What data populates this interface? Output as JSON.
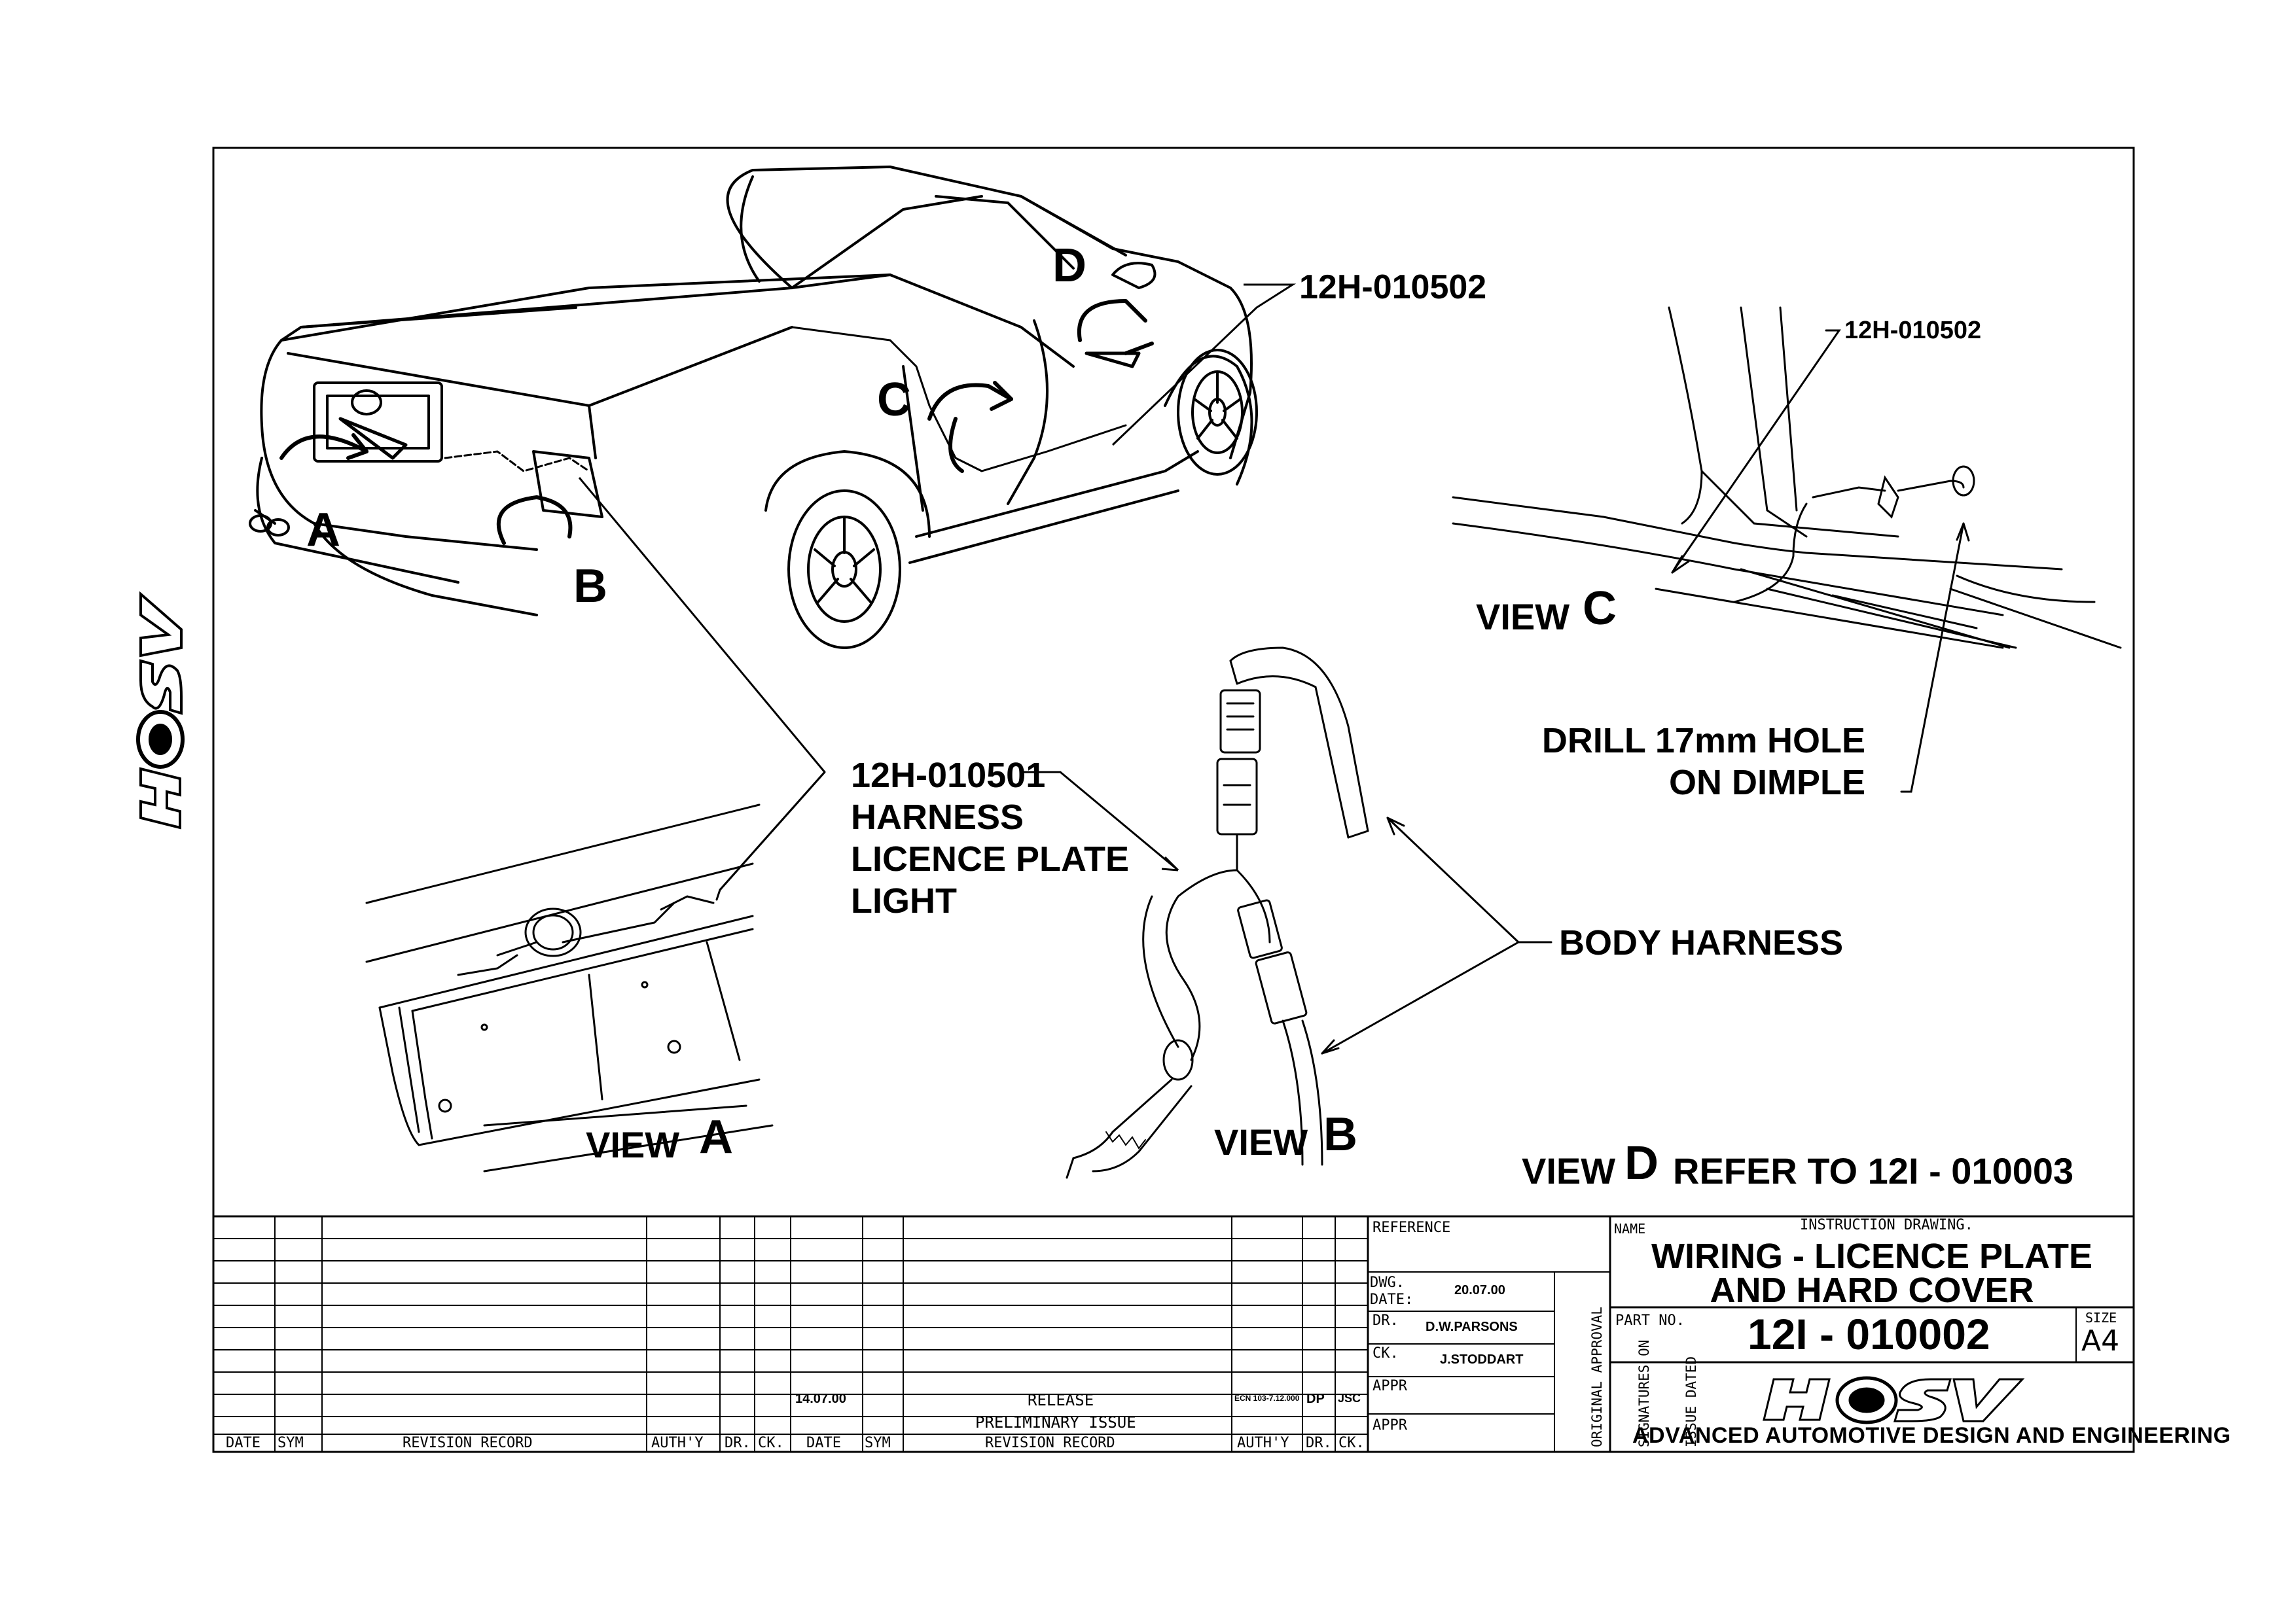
{
  "callouts": {
    "part_12h_010502_main": "12H-010502",
    "part_12h_010502_viewc": "12H-010502",
    "marker_a": "A",
    "marker_b": "B",
    "marker_c": "C",
    "marker_d": "D",
    "harness_lines": [
      "12H-010501",
      "HARNESS",
      "LICENCE PLATE",
      "LIGHT"
    ],
    "body_harness": "BODY HARNESS",
    "drill_lines": [
      "DRILL 17mm HOLE",
      "ON DIMPLE"
    ]
  },
  "views": {
    "view_a_word": "VIEW",
    "view_a_letter": "A",
    "view_b_word": "VIEW",
    "view_b_letter": "B",
    "view_c_word": "VIEW",
    "view_c_letter": "C",
    "view_d_word": "VIEW",
    "view_d_letter": "D",
    "view_d_refer": "REFER TO 12I - 010003"
  },
  "logo": {
    "text": "HSV"
  },
  "title_block": {
    "revision_row": {
      "date": "14.07.00",
      "record": "RELEASE",
      "auth": "ECN 103-7.12.000",
      "dr": "DP",
      "ck": "JSC"
    },
    "preliminary_issue": "PRELIMINARY ISSUE",
    "headers_left": {
      "date": "DATE",
      "sym": "SYM",
      "record": "REVISION RECORD",
      "auth": "AUTH'Y",
      "dr": "DR.",
      "ck": "CK."
    },
    "headers_right": {
      "date": "DATE",
      "sym": "SYM",
      "record": "REVISION RECORD",
      "auth": "AUTH'Y",
      "dr": "DR.",
      "ck": "CK."
    },
    "reference_label": "REFERENCE",
    "dwg_date_label_1": "DWG.",
    "dwg_date_label_2": "DATE:",
    "dwg_date_value": "20.07.00",
    "dr_label": "DR.",
    "dr_value": "D.W.PARSONS",
    "ck_label": "CK.",
    "ck_value": "J.STODDART",
    "appr_label_1": "APPR",
    "appr_label_2": "APPR",
    "approval_vertical": [
      "ORIGINAL APPROVAL",
      "SIGNATURES ON",
      "ISSUE DATED"
    ],
    "name_label": "NAME",
    "instruction_drawing": "INSTRUCTION DRAWING.",
    "title_line_1": "WIRING - LICENCE PLATE",
    "title_line_2": "AND HARD COVER",
    "part_no_label": "PART NO.",
    "part_no_value": "12I - 010002",
    "size_label": "SIZE",
    "size_value": "A4",
    "company": "ADVANCED AUTOMOTIVE DESIGN AND ENGINEERING"
  }
}
